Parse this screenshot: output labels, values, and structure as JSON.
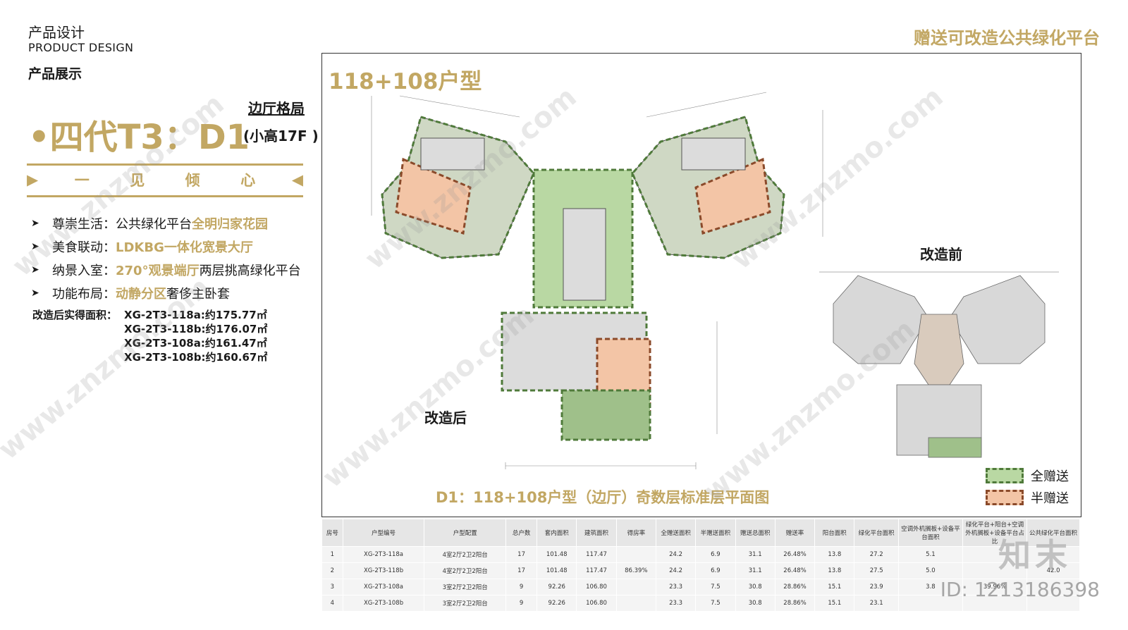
{
  "header": {
    "section_cn": "产品设计",
    "section_en": "PRODUCT DESIGN",
    "showcase": "产品展示"
  },
  "headline": {
    "title": "•四代T3：D1",
    "layout": "边厅格局",
    "floors": "(小高17F )"
  },
  "slogan": {
    "chars": [
      "一",
      "见",
      "倾",
      "心"
    ]
  },
  "features": [
    {
      "label": "尊崇生活：",
      "plain": "公共绿化平台 ",
      "highlight": "全明归家花园",
      "tail": ""
    },
    {
      "label": "美食联动：",
      "plain": "",
      "highlight": "LDKBG一体化宽景大厅",
      "tail": ""
    },
    {
      "label": "纳景入室：",
      "plain": "",
      "highlight": "270°观景端厅",
      "tail": " 两层挑高绿化平台"
    },
    {
      "label": "功能布局：",
      "plain": "",
      "highlight": "动静分区",
      "tail": " 奢侈主卧套"
    }
  ],
  "area": {
    "label": "改造后实得面积：",
    "items": [
      "XG-2T3-118a:约175.77㎡",
      "XG-2T3-118b:约176.07㎡",
      "XG-2T3-108a:约161.47㎡",
      "XG-2T3-108b:约160.67㎡"
    ]
  },
  "top_right_title": "赠送可改造公共绿化平台",
  "plan": {
    "type_label": "118+108户型",
    "before_label": "改造前",
    "after_label": "改造后",
    "caption": "D1：118+108户型（边厅）奇数层标准层平面图",
    "legend": [
      {
        "label": "全赠送",
        "kind": "full"
      },
      {
        "label": "半赠送",
        "kind": "half"
      }
    ]
  },
  "table": {
    "headers": [
      "房号",
      "户型编号",
      "户型配置",
      "总户数",
      "套内面积",
      "建筑面积",
      "得房率",
      "全赠送面积",
      "半赠送面积",
      "赠送总面积",
      "赠送率",
      "阳台面积",
      "绿化平台面积",
      "空调外机搁板+设备平台面积",
      "绿化平台+阳台+空调外机搁板+设备平台占比",
      "公共绿化平台面积"
    ],
    "rows": [
      [
        "1",
        "XG-2T3-118a",
        "4室2厅2卫2阳台",
        "17",
        "101.48",
        "117.47",
        "",
        "24.2",
        "6.9",
        "31.1",
        "26.48%",
        "13.8",
        "27.2",
        "5.1",
        "",
        ""
      ],
      [
        "2",
        "XG-2T3-118b",
        "4室2厅2卫2阳台",
        "17",
        "101.48",
        "117.47",
        "86.39%",
        "24.2",
        "6.9",
        "31.1",
        "26.48%",
        "13.8",
        "27.5",
        "5.0",
        "",
        "42.0"
      ],
      [
        "3",
        "XG-2T3-108a",
        "3室2厅2卫2阳台",
        "9",
        "92.26",
        "106.80",
        "",
        "23.3",
        "7.5",
        "30.8",
        "28.86%",
        "15.1",
        "23.9",
        "3.8",
        "39.96%",
        ""
      ],
      [
        "4",
        "XG-2T3-108b",
        "3室2厅2卫2阳台",
        "9",
        "92.26",
        "106.80",
        "",
        "23.3",
        "7.5",
        "30.8",
        "28.86%",
        "15.1",
        "23.1",
        "",
        "",
        ""
      ]
    ]
  },
  "watermark": {
    "brand": "知末",
    "id": "ID: 1213186398",
    "url": "www.znzmo.com"
  }
}
